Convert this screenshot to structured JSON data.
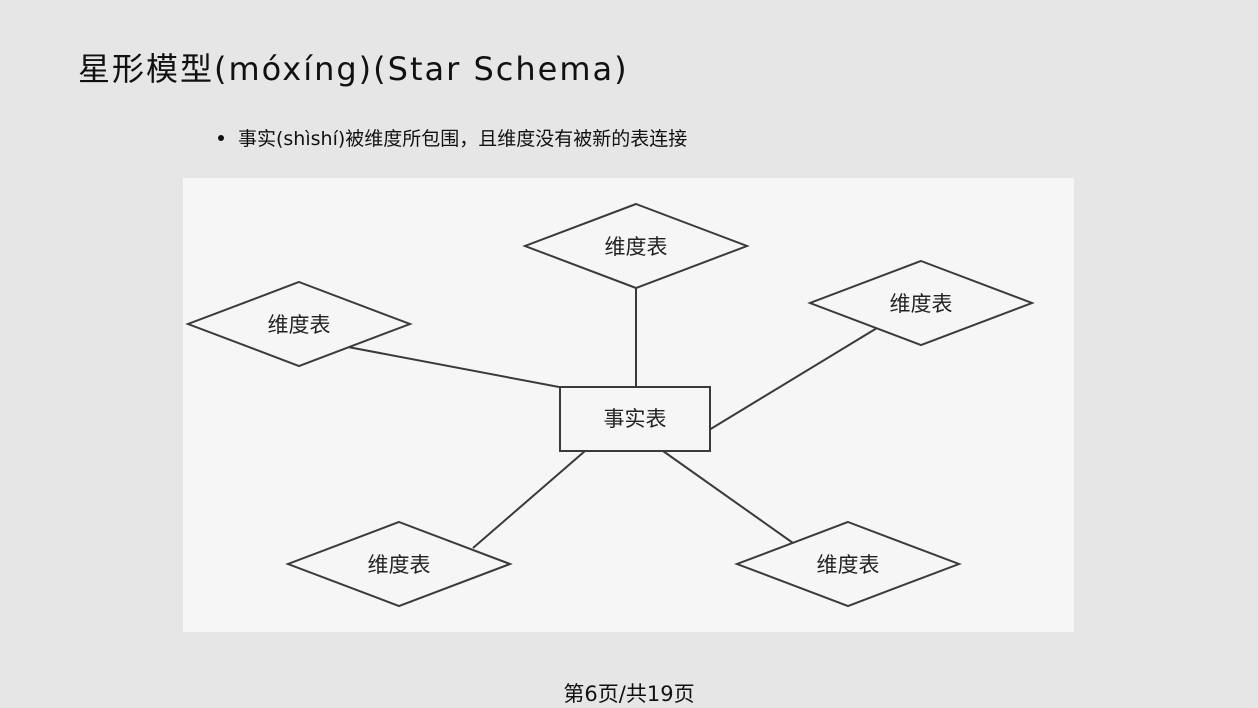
{
  "slide": {
    "title": "星形模型(móxíng)(Star Schema)",
    "bullet": "事实(shìshí)被维度所包围，且维度没有被新的表连接",
    "footer": "第6页/共19页"
  },
  "diagram": {
    "fact_table": {
      "label": "事实表"
    },
    "dimension_tables": [
      {
        "label": "维度表"
      },
      {
        "label": "维度表"
      },
      {
        "label": "维度表"
      },
      {
        "label": "维度表"
      },
      {
        "label": "维度表"
      }
    ]
  }
}
